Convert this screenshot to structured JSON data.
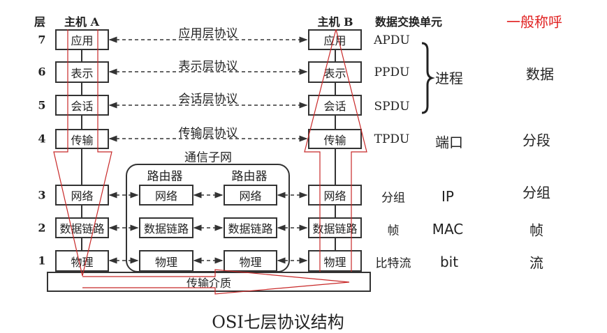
{
  "headers": {
    "layer": "层",
    "host_a": "主机 A",
    "host_b": "主机 B",
    "pdu": "数据交换单元",
    "common_name": "一般称呼"
  },
  "layer_numbers": [
    "7",
    "6",
    "5",
    "4",
    "3",
    "2",
    "1"
  ],
  "host_layers": [
    "应用",
    "表示",
    "会话",
    "传输",
    "网络",
    "数据链路",
    "物理"
  ],
  "protocols": [
    "应用层协议",
    "表示层协议",
    "会话层协议",
    "传输层协议"
  ],
  "subnet": {
    "title": "通信子网",
    "router1": "路由器",
    "router2": "路由器",
    "layers": [
      "网络",
      "数据链路",
      "物理"
    ]
  },
  "medium": "传输介质",
  "pdus": [
    "APDU",
    "PPDU",
    "SPDU",
    "TPDU",
    "分组",
    "帧",
    "比特流"
  ],
  "addressing": {
    "process": "进程",
    "port": "端口",
    "ip": "IP",
    "mac": "MAC",
    "bit": "bit"
  },
  "common_names": {
    "data": "数据",
    "segment": "分段",
    "packet": "分组",
    "frame": "帧",
    "stream": "流"
  },
  "caption": "OSI七层协议结构",
  "colors": {
    "accent": "#e02020",
    "arrow": "#c82828"
  }
}
